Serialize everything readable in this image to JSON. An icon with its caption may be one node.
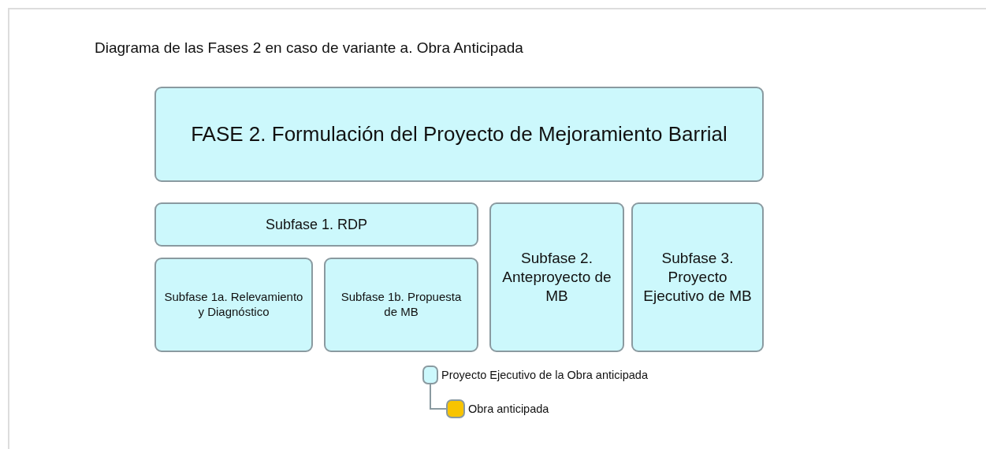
{
  "diagram": {
    "title": "Diagrama de las Fases 2 en caso de variante a. Obra Anticipada",
    "nodes": [
      {
        "text": [
          "FASE 2. Formulación del Proyecto de Mejoramiento Barrial"
        ]
      },
      {
        "text": [
          "Subfase 1. RDP"
        ]
      },
      {
        "text": [
          "Subfase 1a. Relevamiento y Diagnóstico"
        ]
      },
      {
        "text": [
          "Subfase 1b. Propuesta de MB"
        ]
      },
      {
        "text": [
          "Subfase 2. Anteproyecto de MB"
        ]
      },
      {
        "text": [
          "Subfase 3. Proyecto Ejecutivo de MB"
        ]
      },
      {
        "text": [],
        "shape": "box",
        "beside": [
          "Proyecto Ejecutivo de la Obra anticipada"
        ]
      },
      {
        "text": [],
        "shape": "box",
        "beside": [
          "Obra anticipada"
        ]
      }
    ],
    "edges": [
      {
        "from": 6,
        "to": 7,
        "arrow": "none"
      }
    ]
  }
}
